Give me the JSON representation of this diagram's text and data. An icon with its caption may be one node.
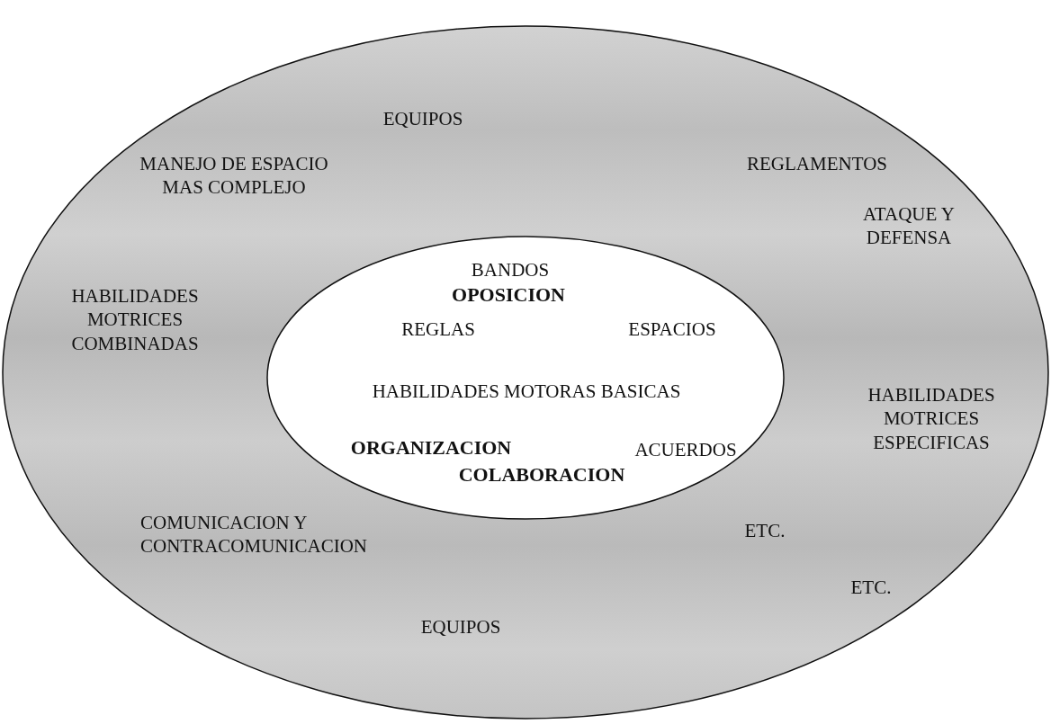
{
  "diagram": {
    "nodes": [
      {
        "text": [
          "EQUIPOS",
          "MANEJO DE ESPACIO MAS COMPLEJO",
          "REGLAMENTOS",
          "ATAQUE Y DEFENSA",
          "HABILIDADES MOTRICES COMBINADAS",
          "HABILIDADES MOTRICES ESPECIFICAS",
          "COMUNICACION Y CONTRACOMUNICACION",
          "ETC.",
          "ETC.",
          "EQUIPOS"
        ]
      },
      {
        "text": [
          "BANDOS",
          "OPOSICION",
          "REGLAS",
          "ESPACIOS",
          "HABILIDADES MOTORAS BASICAS",
          "ORGANIZACION",
          "ACUERDOS",
          "COLABORACION"
        ],
        "in": 0
      }
    ],
    "edges": []
  }
}
